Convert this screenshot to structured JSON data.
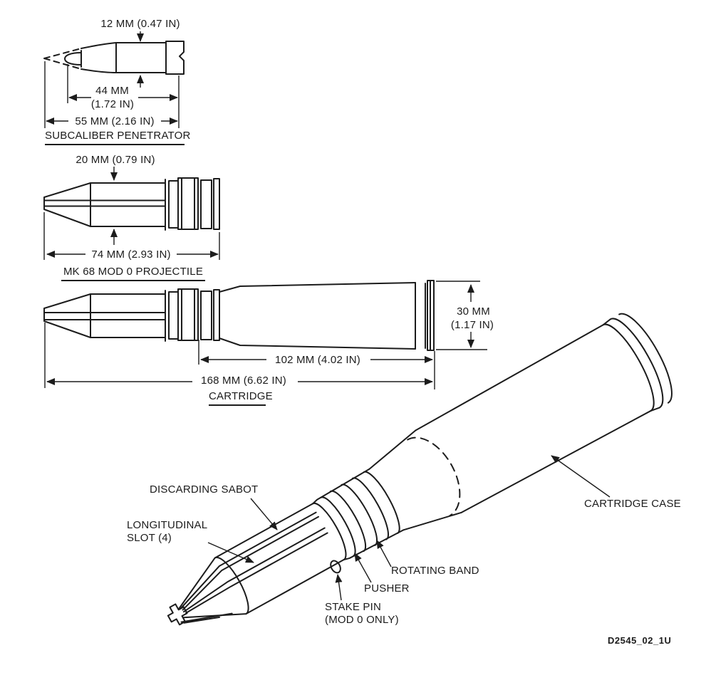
{
  "figure_code": "D2545_02_1U",
  "colors": {
    "line": "#1c1c1c",
    "background": "#ffffff"
  },
  "subcaliber_penetrator": {
    "title": "SUBCALIBER PENETRATOR",
    "dim_diameter": "12 MM (0.47 IN)",
    "dim_body_mm": "44 MM",
    "dim_body_in": "(1.72 IN)",
    "dim_overall": "55 MM (2.16 IN)"
  },
  "mk68_projectile": {
    "title": "MK 68 MOD 0 PROJECTILE",
    "dim_diameter": "20 MM (0.79 IN)",
    "dim_overall": "74 MM (2.93 IN)"
  },
  "cartridge": {
    "title": "CARTRIDGE",
    "dim_rim_mm": "30 MM",
    "dim_rim_in": "(1.17 IN)",
    "dim_case": "102 MM (4.02 IN)",
    "dim_overall": "168 MM (6.62 IN)"
  },
  "callouts": {
    "discarding_sabot": "DISCARDING SABOT",
    "longitudinal_line1": "LONGITUDINAL",
    "longitudinal_line2": "SLOT (4)",
    "rotating_band": "ROTATING BAND",
    "pusher": "PUSHER",
    "stake_pin_line1": "STAKE PIN",
    "stake_pin_line2": "(MOD 0 ONLY)",
    "cartridge_case": "CARTRIDGE CASE"
  }
}
